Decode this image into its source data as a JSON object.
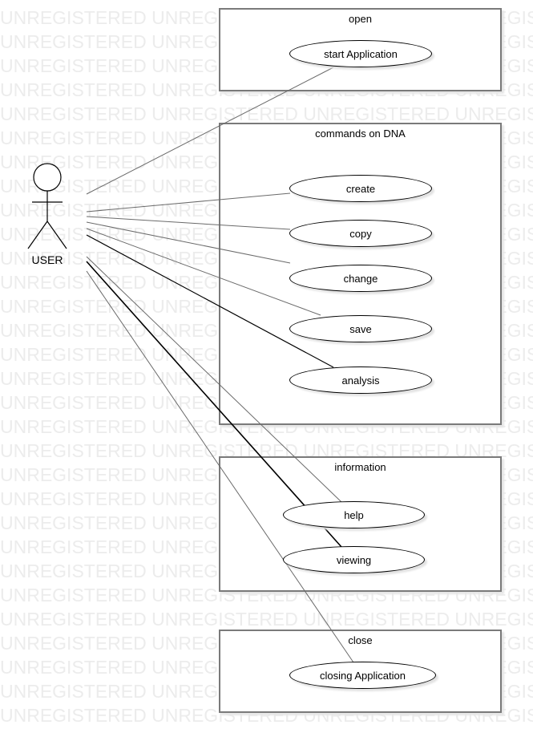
{
  "watermark": {
    "text": "UNREGISTERED"
  },
  "actor": {
    "label": "USER"
  },
  "packages": [
    {
      "id": "open",
      "title": "open",
      "use_cases": [
        "start Application"
      ]
    },
    {
      "id": "commands",
      "title": "commands on DNA",
      "use_cases": [
        "create",
        "copy",
        "change",
        "save",
        "analysis"
      ]
    },
    {
      "id": "information",
      "title": "information",
      "use_cases": [
        "help",
        "viewing"
      ]
    },
    {
      "id": "close",
      "title": "close",
      "use_cases": [
        "closing Application"
      ]
    }
  ]
}
